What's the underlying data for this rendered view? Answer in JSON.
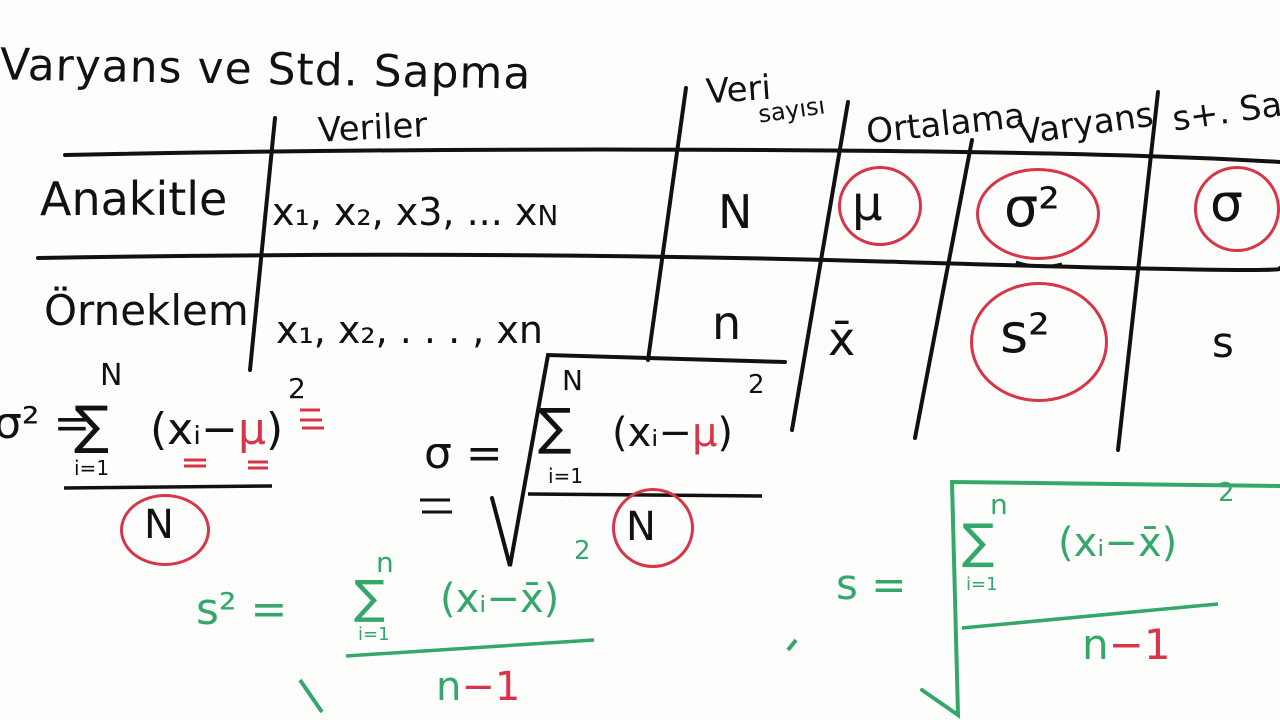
{
  "title": "Varyans ve Std. Sapma",
  "headers": {
    "data": "Veriler",
    "count_line1": "Veri",
    "count_line2": "sayısı",
    "mean": "Ortalama",
    "variance": "Varyans",
    "std": "s+. Sa"
  },
  "rows": {
    "population": {
      "label": "Anakitle",
      "data_main": "x₁, x₂, x3, ... x",
      "data_sub": "N",
      "count": "N",
      "mean": "μ",
      "variance": "σ²",
      "std": "σ"
    },
    "sample": {
      "label": "Örneklem",
      "data": "x₁, x₂, . . . , xn",
      "count": "n",
      "mean": "x̄",
      "variance": "s²",
      "std": "s"
    }
  },
  "formulas": {
    "pop_variance": {
      "lhs": "σ² =",
      "sum_top": "N",
      "sum_bottom": "i=1",
      "body_left": "(xᵢ−",
      "mu": "μ",
      "body_right": ")",
      "power": "2",
      "den": "N"
    },
    "pop_std": {
      "lhs": "σ =",
      "sum_top": "N",
      "sum_bottom": "i=1",
      "body_left": "(xᵢ−",
      "mu": "μ",
      "body_right": ")",
      "power": "2",
      "den": "N"
    },
    "sample_variance": {
      "lhs": "s² =",
      "sum_top": "n",
      "sum_bottom": "i=1",
      "body": "(xᵢ−x̄)",
      "power": "2",
      "den_n": "n",
      "den_minus": "−1"
    },
    "sample_std": {
      "lhs": "s =",
      "sum_top": "n",
      "sum_bottom": "i=1",
      "body": "(xᵢ−x̄)",
      "power": "2",
      "den_n": "n",
      "den_minus": "−1"
    }
  },
  "colors": {
    "ink": "#111111",
    "red": "#d8344a",
    "green": "#34a86a"
  }
}
